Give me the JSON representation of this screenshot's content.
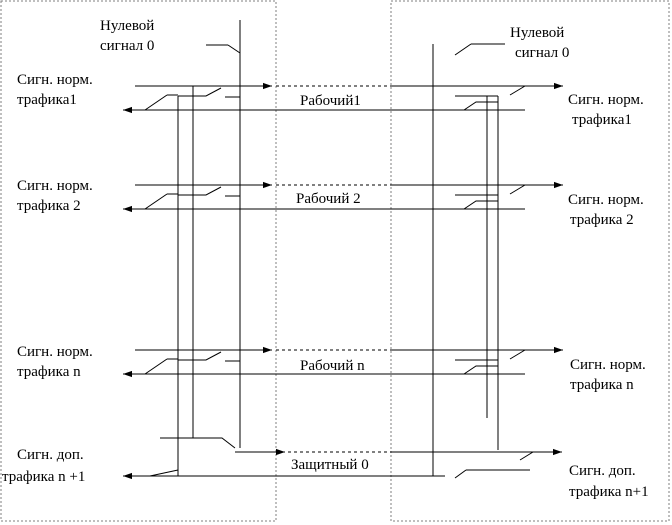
{
  "diagram": {
    "zero_signal_left": [
      "Нулевой",
      "сигнал 0"
    ],
    "zero_signal_right": [
      "Нулевой",
      "сигнал 0"
    ],
    "channels": [
      {
        "left_label": [
          "Сигн. норм.",
          "трафика1"
        ],
        "right_label": [
          "Сигн. норм.",
          "трафика1"
        ],
        "link_label": "Рабочий1"
      },
      {
        "left_label": [
          "Сигн. норм.",
          "трафика 2"
        ],
        "right_label": [
          "Сигн. норм.",
          "трафика 2"
        ],
        "link_label": "Рабочий 2"
      },
      {
        "left_label": [
          "Сигн. норм.",
          "трафика n"
        ],
        "right_label": [
          "Сигн. норм.",
          "трафика n"
        ],
        "link_label": "Рабочий n"
      }
    ],
    "protection": {
      "left_label": [
        "Сигн. доп.",
        "трафика n +1"
      ],
      "right_label": [
        "Сигн. доп.",
        "трафика n+1"
      ],
      "link_label": "Защитный 0"
    }
  }
}
